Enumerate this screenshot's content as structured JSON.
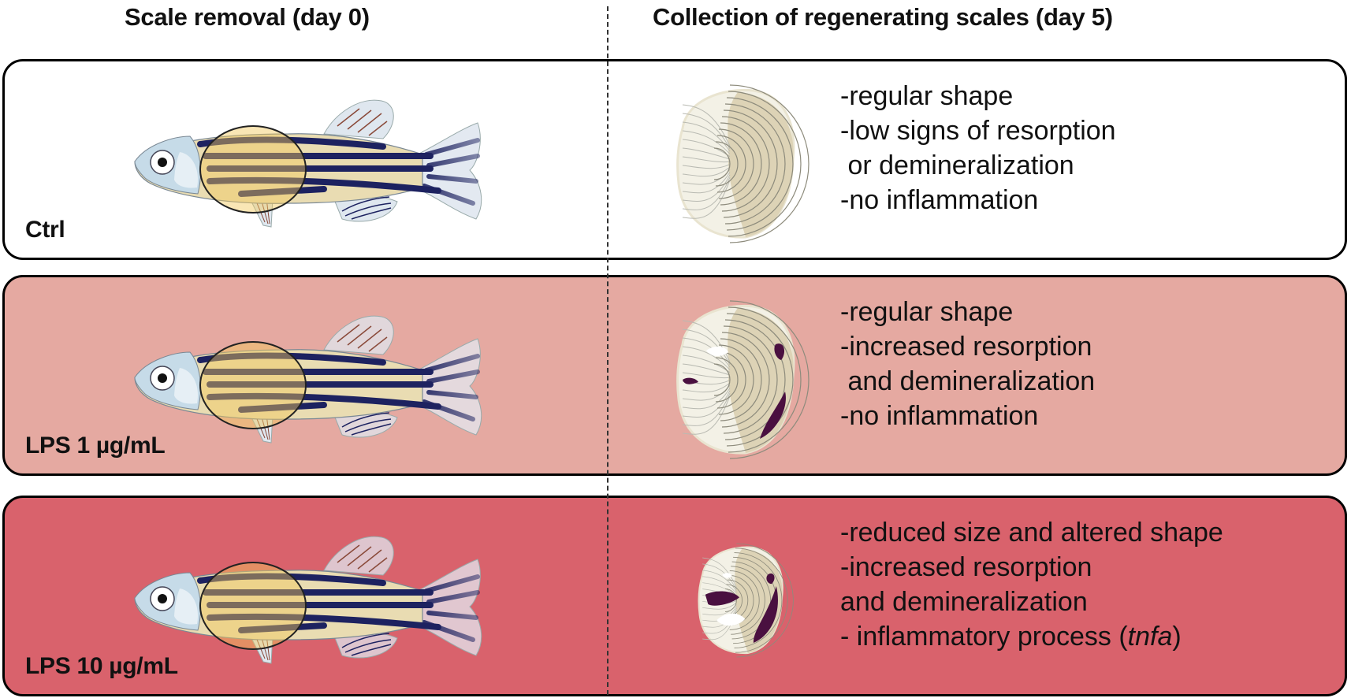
{
  "headers": {
    "left": "Scale removal (day 0)",
    "right": "Collection of regenerating scales (day 5)"
  },
  "colors": {
    "ctrl_bg": "#ffffff",
    "lps1_bg": "#e5a9a1",
    "lps10_bg": "#d9626c",
    "border": "#000000",
    "stripe_dark": "#1d2260",
    "resorption_mark": "#4a1040",
    "scale_fill": "#ddd3b6",
    "fish_body": "#e9dcb2"
  },
  "panels": [
    {
      "group": "Ctrl",
      "observations": [
        "-regular shape",
        "-low signs of resorption",
        " or demineralization",
        "-no inflammation"
      ],
      "resorption_marks": 0
    },
    {
      "group": "LPS 1 µg/mL",
      "observations": [
        "-regular shape",
        "-increased resorption",
        " and demineralization",
        "-no inflammation"
      ],
      "resorption_marks": 3
    },
    {
      "group": "LPS 10 µg/mL",
      "observations": [
        "-reduced size and altered shape",
        "-increased resorption",
        "and demineralization",
        "- inflammatory process (",
        "tnfa",
        ")"
      ],
      "resorption_marks": 3
    }
  ]
}
